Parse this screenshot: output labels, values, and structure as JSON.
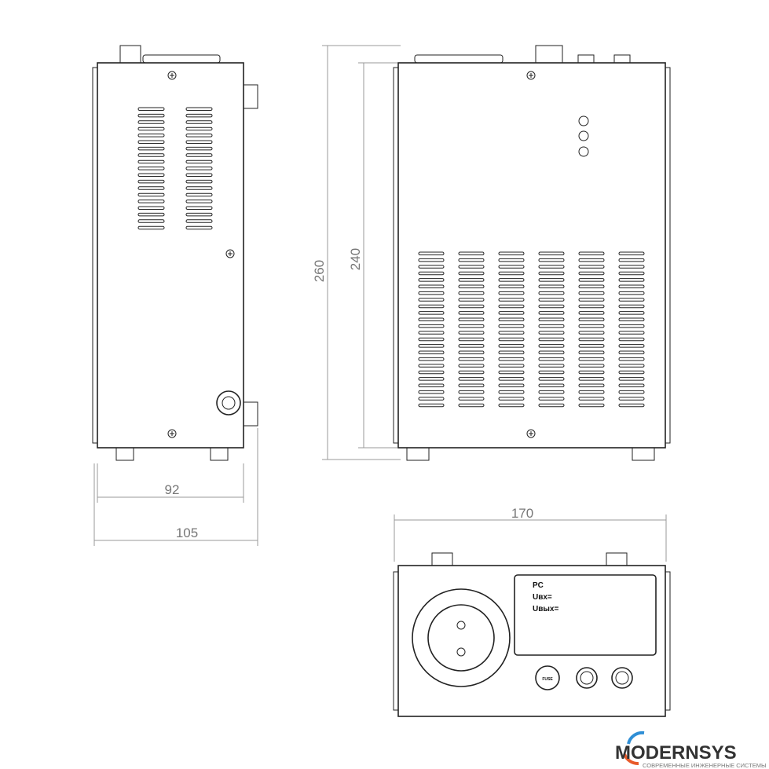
{
  "dimensions": {
    "height_total": "260",
    "height_body": "240",
    "depth_body": "92",
    "depth_total": "105",
    "width": "170"
  },
  "display": {
    "line1": "PC",
    "line2": "Uвх=",
    "line3": "Uвых="
  },
  "fuse_label": "FUSE",
  "logo": {
    "name": "MODERNSYS",
    "tagline": "СОВРЕМЕННЫЕ ИНЖЕНЕРНЫЕ СИСТЕМЫ",
    "accent_colors": [
      "#2f8fd6",
      "#e85a2a"
    ]
  }
}
